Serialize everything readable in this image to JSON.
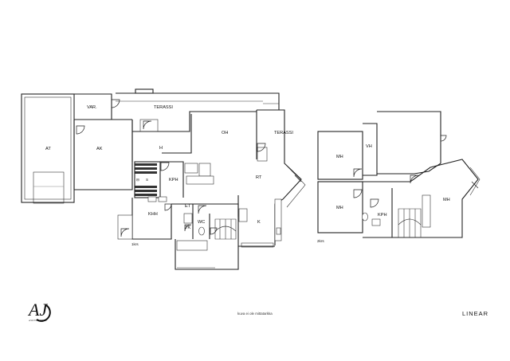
{
  "rooms_floor1": {
    "at": "AT",
    "ak": "AK",
    "var": "VAR.",
    "terassi_top": "TERASSI",
    "h": "H",
    "oh": "OH",
    "terassi_right": "TERASSI",
    "rt": "RT",
    "kph": "KPH",
    "s": "S",
    "khh": "KHH",
    "et": "ET",
    "wc": "WC",
    "tk": "TK",
    "k": "K"
  },
  "rooms_floor2": {
    "mh_top": "MH",
    "vh": "VH",
    "mh_bottom": "MH",
    "kph": "KPH",
    "mh_right": "MH"
  },
  "floor_labels": {
    "floor1": "1krs",
    "floor2": "2krs"
  },
  "note": "kuva ei ole mittatarkka",
  "brand": {
    "logo_letters": "AJ",
    "logo_text": "ASUNTO OHMI",
    "linear": "LINEAR"
  },
  "colors": {
    "line": "#222222",
    "background": "#ffffff"
  }
}
